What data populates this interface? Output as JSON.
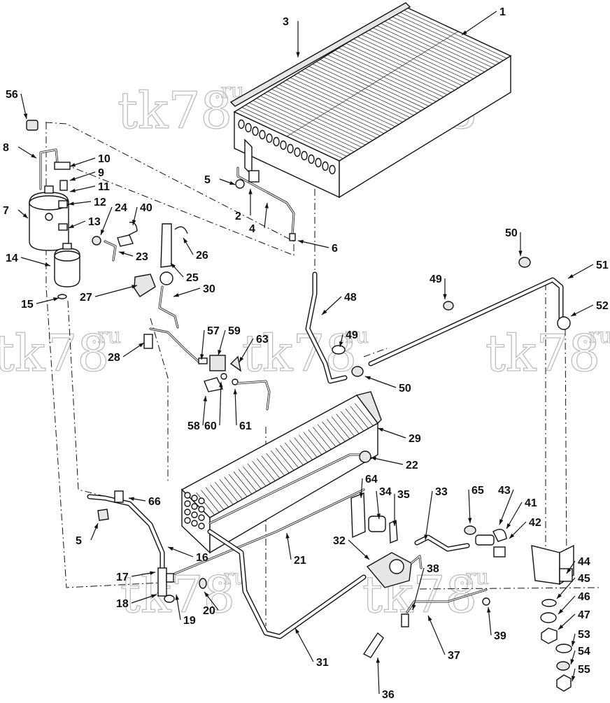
{
  "watermark": {
    "text": "tk78",
    "suffix": ".ru"
  },
  "callouts": [
    {
      "id": "1",
      "label": "1"
    },
    {
      "id": "2",
      "label": "2"
    },
    {
      "id": "3",
      "label": "3"
    },
    {
      "id": "4",
      "label": "4"
    },
    {
      "id": "5a",
      "label": "5"
    },
    {
      "id": "5b",
      "label": "5"
    },
    {
      "id": "6",
      "label": "6"
    },
    {
      "id": "7",
      "label": "7"
    },
    {
      "id": "8",
      "label": "8"
    },
    {
      "id": "9",
      "label": "9"
    },
    {
      "id": "10",
      "label": "10"
    },
    {
      "id": "11",
      "label": "11"
    },
    {
      "id": "12",
      "label": "12"
    },
    {
      "id": "13",
      "label": "13"
    },
    {
      "id": "14",
      "label": "14"
    },
    {
      "id": "15",
      "label": "15"
    },
    {
      "id": "16",
      "label": "16"
    },
    {
      "id": "17",
      "label": "17"
    },
    {
      "id": "18",
      "label": "18"
    },
    {
      "id": "19",
      "label": "19"
    },
    {
      "id": "20",
      "label": "20"
    },
    {
      "id": "21",
      "label": "21"
    },
    {
      "id": "22",
      "label": "22"
    },
    {
      "id": "23",
      "label": "23"
    },
    {
      "id": "24",
      "label": "24"
    },
    {
      "id": "25",
      "label": "25"
    },
    {
      "id": "26",
      "label": "26"
    },
    {
      "id": "27",
      "label": "27"
    },
    {
      "id": "28",
      "label": "28"
    },
    {
      "id": "29",
      "label": "29"
    },
    {
      "id": "30",
      "label": "30"
    },
    {
      "id": "31",
      "label": "31"
    },
    {
      "id": "32",
      "label": "32"
    },
    {
      "id": "33",
      "label": "33"
    },
    {
      "id": "34",
      "label": "34"
    },
    {
      "id": "35",
      "label": "35"
    },
    {
      "id": "36",
      "label": "36"
    },
    {
      "id": "37",
      "label": "37"
    },
    {
      "id": "38",
      "label": "38"
    },
    {
      "id": "39",
      "label": "39"
    },
    {
      "id": "40",
      "label": "40"
    },
    {
      "id": "41",
      "label": "41"
    },
    {
      "id": "42",
      "label": "42"
    },
    {
      "id": "43",
      "label": "43"
    },
    {
      "id": "44",
      "label": "44"
    },
    {
      "id": "45",
      "label": "45"
    },
    {
      "id": "46",
      "label": "46"
    },
    {
      "id": "47",
      "label": "47"
    },
    {
      "id": "48",
      "label": "48"
    },
    {
      "id": "49a",
      "label": "49"
    },
    {
      "id": "49b",
      "label": "49"
    },
    {
      "id": "50a",
      "label": "50"
    },
    {
      "id": "50b",
      "label": "50"
    },
    {
      "id": "51",
      "label": "51"
    },
    {
      "id": "52",
      "label": "52"
    },
    {
      "id": "53",
      "label": "53"
    },
    {
      "id": "54",
      "label": "54"
    },
    {
      "id": "55",
      "label": "55"
    },
    {
      "id": "56",
      "label": "56"
    },
    {
      "id": "57",
      "label": "57"
    },
    {
      "id": "58",
      "label": "58"
    },
    {
      "id": "59",
      "label": "59"
    },
    {
      "id": "60",
      "label": "60"
    },
    {
      "id": "61",
      "label": "61"
    },
    {
      "id": "63",
      "label": "63"
    },
    {
      "id": "64",
      "label": "64"
    },
    {
      "id": "65",
      "label": "65"
    },
    {
      "id": "66",
      "label": "66"
    }
  ]
}
